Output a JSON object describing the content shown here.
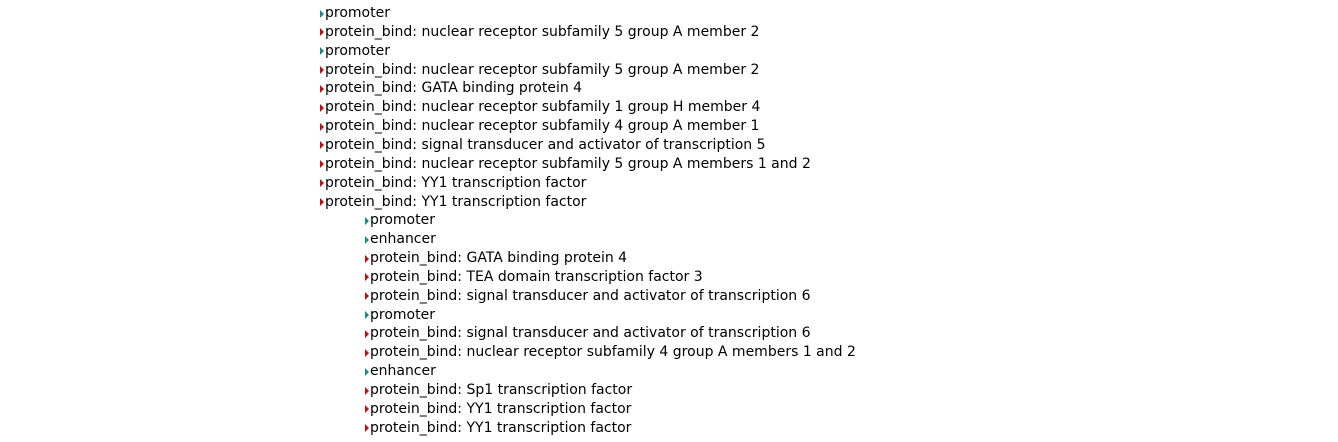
{
  "colors": {
    "protein_bind": "#c01010",
    "feature": "#1a8a8a"
  },
  "groups": [
    {
      "items": [
        {
          "label": "promoter",
          "kind": "feature"
        },
        {
          "label": "protein_bind: nuclear receptor subfamily 5 group A member 2",
          "kind": "protein_bind"
        },
        {
          "label": "promoter",
          "kind": "feature"
        },
        {
          "label": "protein_bind: nuclear receptor subfamily 5 group A member 2",
          "kind": "protein_bind"
        },
        {
          "label": "protein_bind: GATA binding protein 4",
          "kind": "protein_bind"
        },
        {
          "label": "protein_bind: nuclear receptor subfamily 1 group H member 4",
          "kind": "protein_bind"
        },
        {
          "label": "protein_bind: nuclear receptor subfamily 4 group A member 1",
          "kind": "protein_bind"
        },
        {
          "label": "protein_bind: signal transducer and activator of transcription 5",
          "kind": "protein_bind"
        },
        {
          "label": "protein_bind: nuclear receptor subfamily 5 group A members 1 and 2",
          "kind": "protein_bind"
        },
        {
          "label": "protein_bind: YY1 transcription factor",
          "kind": "protein_bind"
        },
        {
          "label": "protein_bind: YY1 transcription factor",
          "kind": "protein_bind"
        }
      ]
    },
    {
      "items": [
        {
          "label": "promoter",
          "kind": "feature"
        },
        {
          "label": "enhancer",
          "kind": "feature"
        },
        {
          "label": "protein_bind: GATA binding protein 4",
          "kind": "protein_bind"
        },
        {
          "label": "protein_bind: TEA domain transcription factor 3",
          "kind": "protein_bind"
        },
        {
          "label": "protein_bind: signal transducer and activator of transcription 6",
          "kind": "protein_bind"
        },
        {
          "label": "promoter",
          "kind": "feature"
        },
        {
          "label": "protein_bind: signal transducer and activator of transcription 6",
          "kind": "protein_bind"
        },
        {
          "label": "protein_bind: nuclear receptor subfamily 4 group A members 1 and 2",
          "kind": "protein_bind"
        },
        {
          "label": "enhancer",
          "kind": "feature"
        },
        {
          "label": "protein_bind: Sp1 transcription factor",
          "kind": "protein_bind"
        },
        {
          "label": "protein_bind: YY1 transcription factor",
          "kind": "protein_bind"
        },
        {
          "label": "protein_bind: YY1 transcription factor",
          "kind": "protein_bind"
        }
      ]
    }
  ]
}
